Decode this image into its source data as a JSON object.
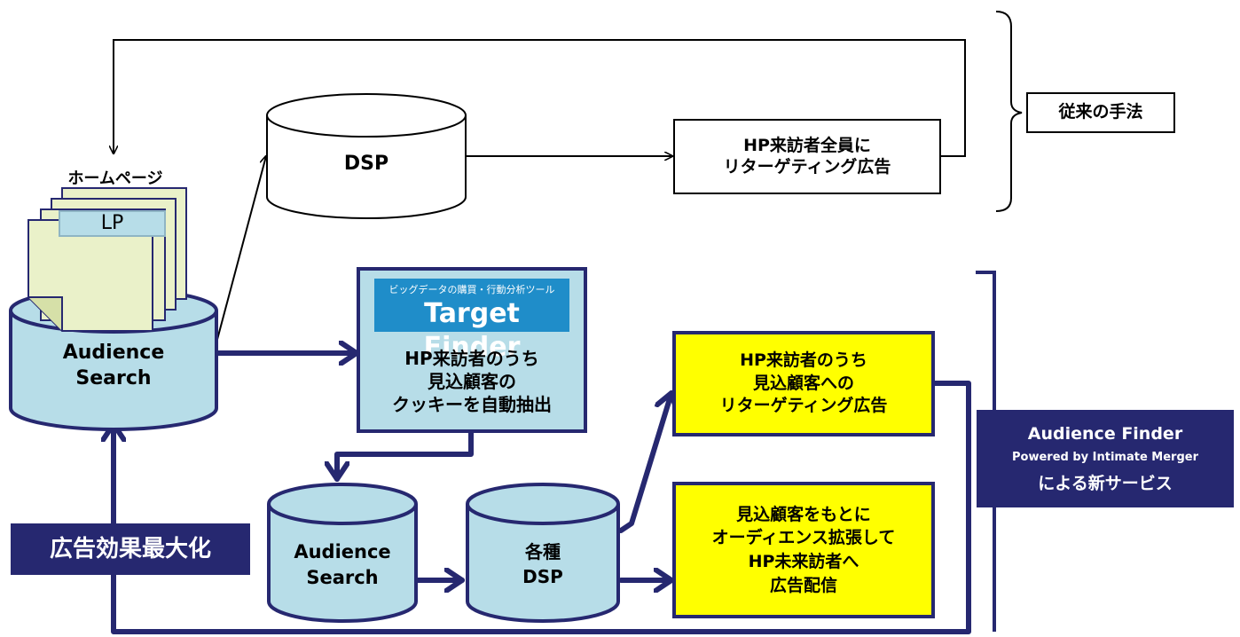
{
  "homepage": {
    "title": "ホームページ",
    "lp_label": "LP"
  },
  "traditional": {
    "dsp_label": "DSP",
    "retarget_box": "HP来訪者全員に\nリターゲティング広告",
    "method_label": "従来の手法"
  },
  "new_flow": {
    "audience_search_top": "Audience\nSearch",
    "target_finder": {
      "tagline": "ビッグデータの購買・行動分析ツール",
      "logo": "Target Finder",
      "desc": "HP来訪者のうち\n見込顧客の\nクッキーを自動抽出"
    },
    "audience_search_bottom": "Audience\nSearch",
    "various_dsp": "各種\nDSP",
    "box_retarget": "HP来訪者のうち\n見込顧客への\nリターゲティング広告",
    "box_expand": "見込顧客をもとに\nオーディエンス拡張して\nHP未来訪者へ\n広告配信",
    "maximize_label": "広告効果最大化",
    "service_label": {
      "line1": "Audience Finder",
      "line2": "Powered by Intimate Merger",
      "line3": "による新サービス"
    }
  },
  "colors": {
    "navy": "#262870",
    "light_blue": "#b7dde8",
    "yellow": "#ffff00",
    "lp_green": "#eaf1c9",
    "target_finder_blue": "#1f8dc9"
  }
}
